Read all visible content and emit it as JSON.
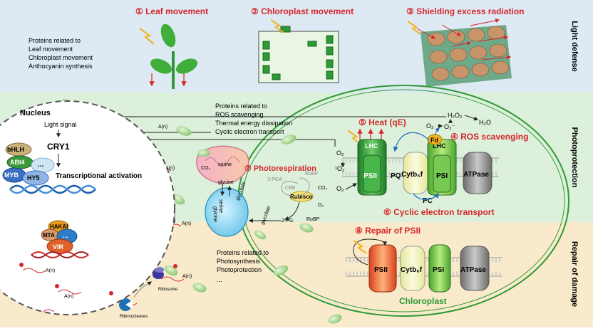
{
  "bands": {
    "top": "Light defense",
    "middle": "Photoprotection",
    "bottom": "Repair of damage"
  },
  "top_steps": {
    "s1": "① Leaf movement",
    "s2": "② Chloroplast movement",
    "s3": "③ Shielding excess radiation"
  },
  "top_proteins": [
    "Proteins related to",
    "Leaf movement",
    "Chloroplast movement",
    "Anthocyanin synthesis"
  ],
  "middle_proteins": [
    "Proteins related to",
    "ROS scavenging",
    "Thermal energy dissipation",
    "Cyclic electron transport"
  ],
  "bottom_proteins": [
    "Proteins related to",
    "Photosynthesis",
    "Photoprotection",
    "..."
  ],
  "nucleus": {
    "title": "Nucleus",
    "light_signal": "Light signal",
    "cry1": "CRY1",
    "bhlh": "bHLH",
    "abi4": "ABI4",
    "myb": "MYB",
    "hy5": "HY5",
    "dots": "...",
    "activation": "Transcriptional activation",
    "hakai": "HAKAI",
    "mta": "MTA",
    "vir": "VIR",
    "dots2": "...",
    "an": "A(n)"
  },
  "cytoplasm": {
    "an": "A(n)",
    "ribosome": "Ribosome",
    "ribonucleases": "Ribonucleases"
  },
  "photorespiration": {
    "title": "⑦ Photorespiration",
    "co2": "CO₂",
    "serine": "serine",
    "glycine": "glycine",
    "glycolate": "glycolate",
    "pga": "3-PGA",
    "cbb": "CBB",
    "rubp": "RuBP",
    "rubisco": "Rubisco",
    "o2": "O₂",
    "pg": "2-PG"
  },
  "chloroplast": {
    "label": "Chloroplast",
    "heat": "⑤ Heat (qE)",
    "ros": "④ ROS scavenging",
    "cyclic": "⑥ Cyclic electron transport",
    "repair": "⑧ Repair of PSII",
    "h2o2": "H₂O₂",
    "h2o": "H₂O",
    "o2": "O₂",
    "o2minus": "O₂⁻",
    "singlet_o2": "¹O₂",
    "fd": "Fd",
    "lhc": "LHC",
    "psii": "PSII",
    "pq": "PQ",
    "cytbf": "Cytb₆f",
    "psi": "PSI",
    "atpase": "ATPase",
    "pc": "PC"
  },
  "colors": {
    "band_top": "#dde9f3",
    "band_middle": "#dcf0dc",
    "band_bottom": "#f9eacb",
    "accent_red": "#d6262b",
    "green": "#2e9a35"
  }
}
